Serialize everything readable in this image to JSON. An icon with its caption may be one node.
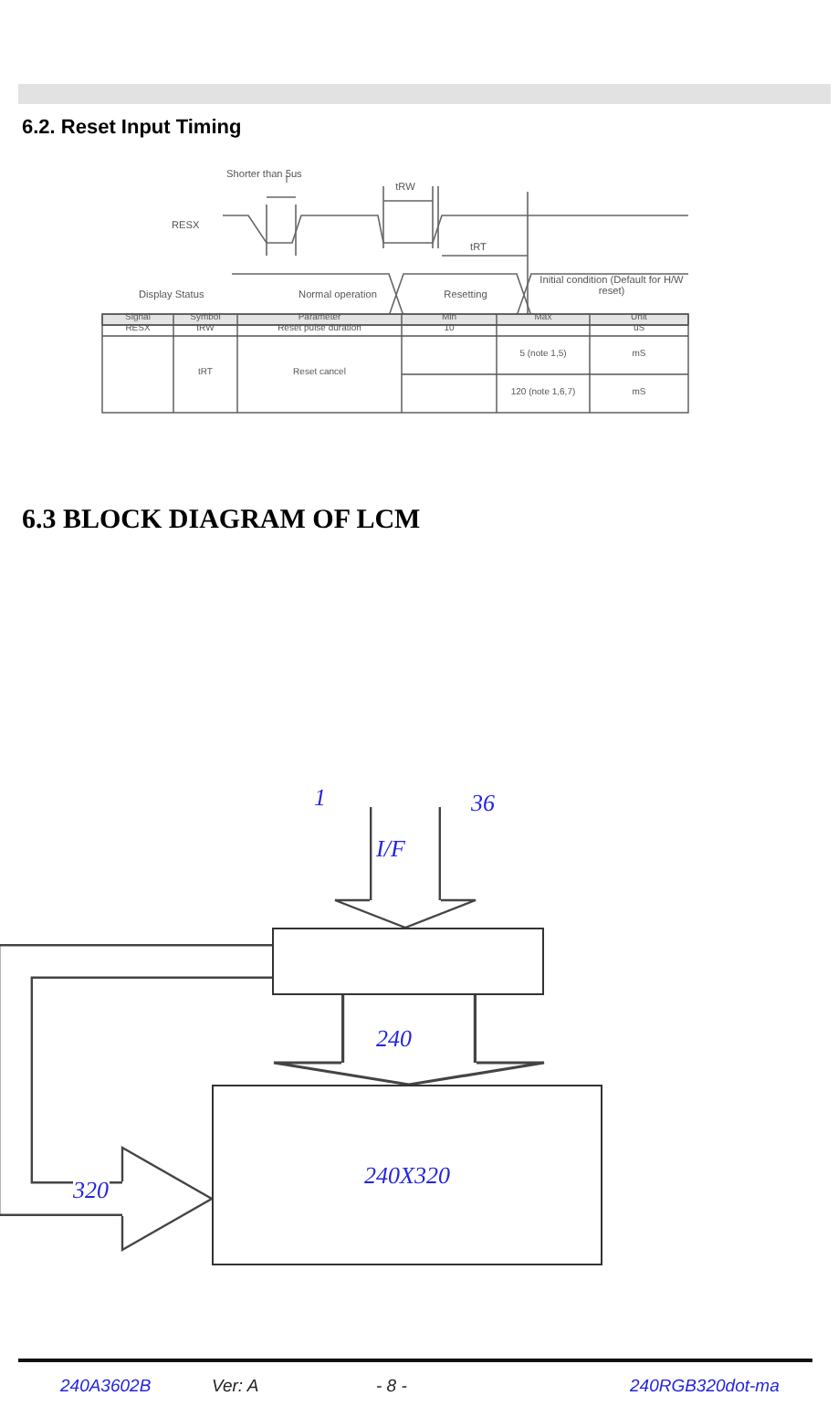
{
  "diagram": {
    "title": "6.3 BLOCK DIAGRAM OF LCM",
    "nodes": [
      {
        "text": [],
        "shape": "box"
      },
      {
        "text": [
          "240X320"
        ]
      }
    ],
    "edges": [
      {
        "from": null,
        "to": 0,
        "arrow": "to",
        "label": "I/F"
      },
      {
        "from": 0,
        "to": 1,
        "arrow": "to",
        "label": "240",
        "style": "thick"
      },
      {
        "from": 0,
        "to": 1,
        "arrow": "to",
        "label": "320"
      }
    ],
    "labels": [
      "6.2. Reset Input Timing",
      "Shorter than 5us",
      "tRW",
      "RESX",
      "tRT",
      "Display Status",
      "Normal operation",
      "Resetting",
      "Initial condition (Default for H/W reset)",
      "Signal",
      "Symbol",
      "Parameter",
      "Min",
      "Max",
      "Unit",
      "RESX",
      "tRW",
      "Reset pulse duration",
      "10",
      "uS",
      "tRT",
      "Reset cancel",
      "5 (note 1,5)",
      "mS",
      "120 (note 1,6,7)",
      "mS",
      "1",
      "36",
      "240A3602B",
      "Ver: A",
      "- 8 -",
      "240RGB320dot-ma"
    ]
  }
}
